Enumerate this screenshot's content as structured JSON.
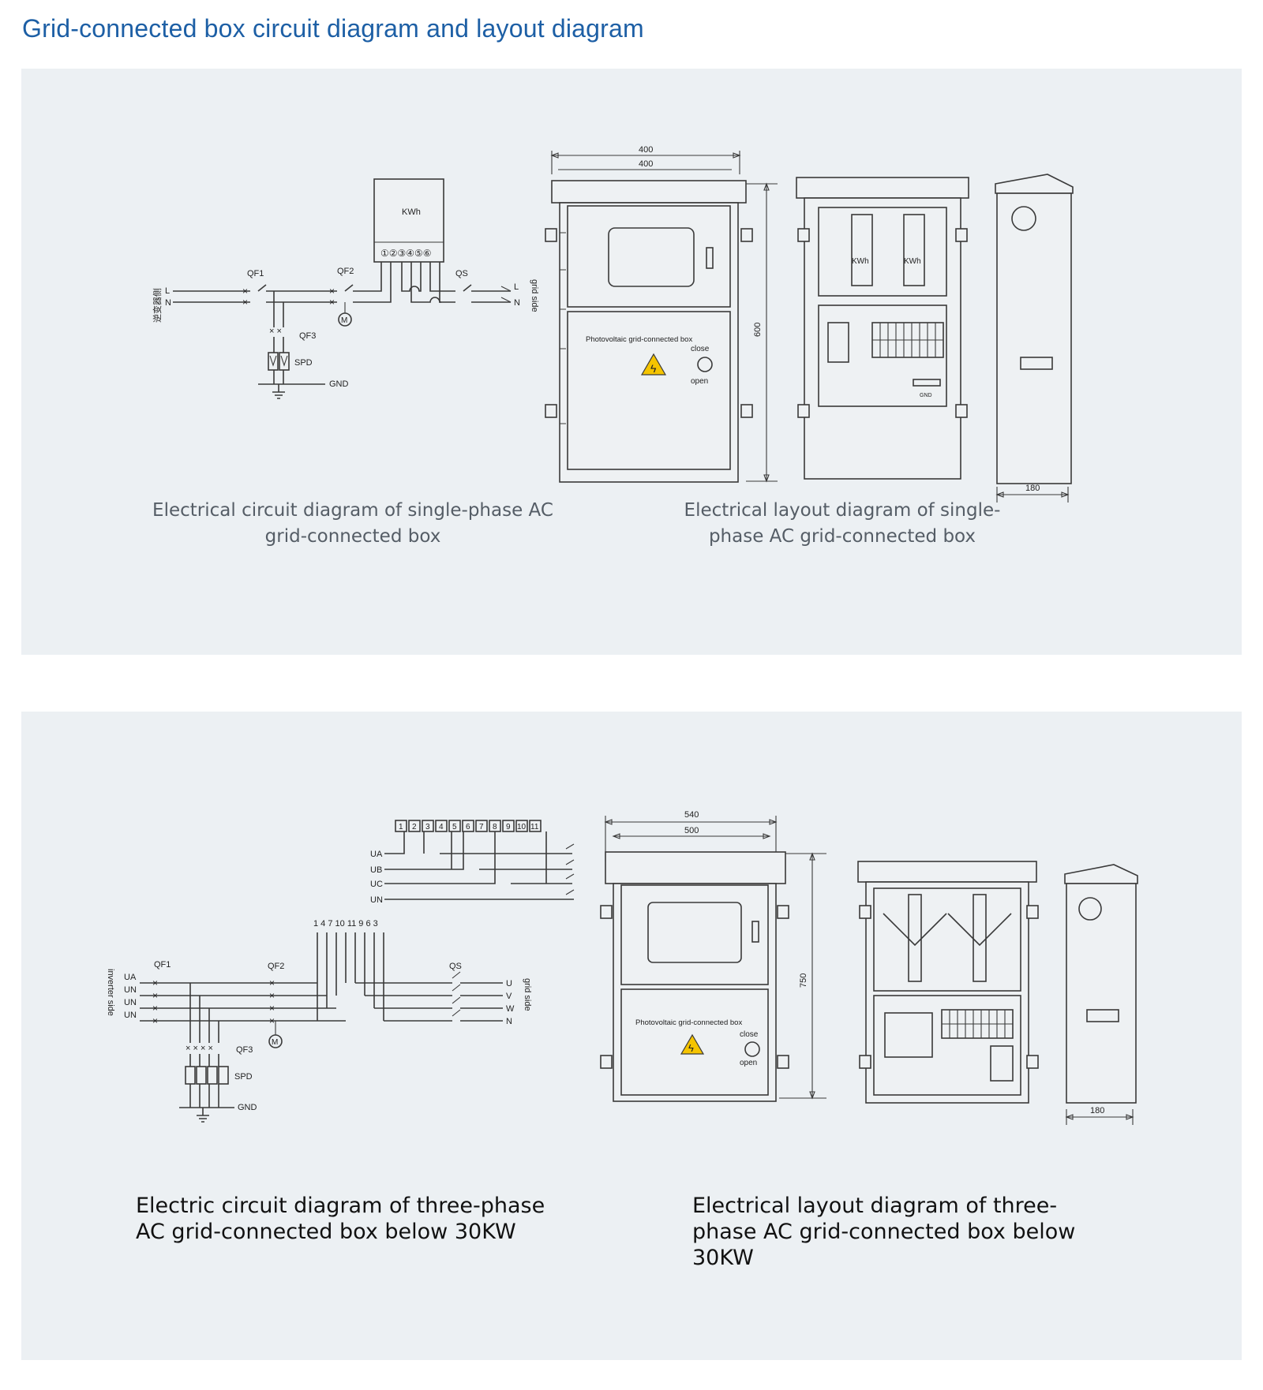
{
  "page": {
    "title": "Grid-connected box circuit diagram and layout diagram"
  },
  "section1": {
    "circuit": {
      "caption": "Electrical circuit diagram of single-phase AC grid-connected box",
      "meter_label": "KWh",
      "meter_terminals": "①②③④⑤⑥",
      "qf1": "QF1",
      "qf2": "QF2",
      "qf3": "QF3",
      "qs": "QS",
      "spd": "SPD",
      "gnd": "GND",
      "motor": "M",
      "left_side_label": "逆变器侧",
      "line_l": "L",
      "line_n": "N",
      "right_side_label": "grid side"
    },
    "layout": {
      "caption": "Electrical layout diagram of single-phase AC grid-connected box",
      "dim_outer_width": "400",
      "dim_inner_width": "400",
      "dim_height": "600",
      "dim_depth": "180",
      "door_label": "Photovoltaic grid-connected box",
      "switch_close": "close",
      "switch_open": "open",
      "meter1": "KWh",
      "meter2": "KWh",
      "gnd": "GND"
    }
  },
  "section2": {
    "circuit": {
      "caption": "Electric circuit diagram of three-phase AC grid-connected box below 30KW",
      "terminals": [
        "1",
        "2",
        "3",
        "4",
        "5",
        "6",
        "7",
        "8",
        "9",
        "10",
        "11"
      ],
      "ua": "UA",
      "ub": "UB",
      "uc": "UC",
      "un": "UN",
      "bus_numbers": "1 4 7 10 11 9 6 3",
      "qf1": "QF1",
      "qf2": "QF2",
      "qf3": "QF3",
      "qs": "QS",
      "spd": "SPD",
      "gnd": "GND",
      "motor": "M",
      "inverter_side": "inverter side",
      "grid_side": "grid side",
      "left_phases": [
        "UA",
        "UN",
        "UN",
        "UN"
      ],
      "right_phases": [
        "U",
        "V",
        "W",
        "N"
      ]
    },
    "layout": {
      "caption": "Electrical layout diagram of three-phase AC grid-connected box below 30KW",
      "dim_outer_width": "540",
      "dim_inner_width": "500",
      "dim_height": "750",
      "dim_depth": "180",
      "door_label": "Photovoltaic grid-connected box",
      "switch_close": "close",
      "switch_open": "open"
    }
  },
  "colors": {
    "title": "#1d5fa5",
    "panel": "#ecf0f3",
    "line": "#3a3a3a",
    "warning": "#f5c400"
  }
}
